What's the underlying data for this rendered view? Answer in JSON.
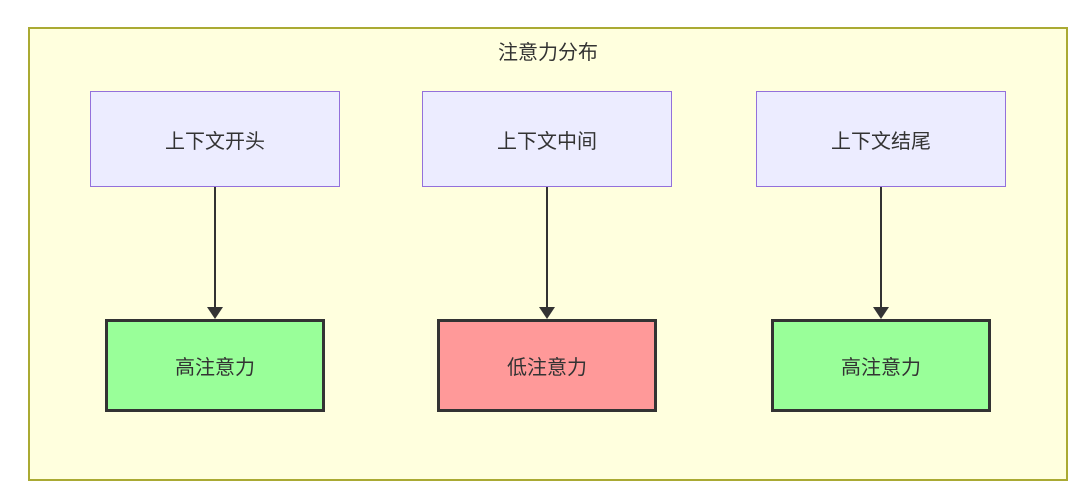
{
  "diagram": {
    "title": "注意力分布",
    "type": "flowchart",
    "colors": {
      "container_bg": "#ffffde",
      "container_border": "#aaaa33",
      "source_node_bg": "#ececff",
      "source_node_border": "#9370db",
      "high_attention_bg": "#99ff99",
      "low_attention_bg": "#ff9999",
      "result_node_border": "#333333",
      "text": "#333333",
      "arrow": "#333333"
    },
    "columns": [
      {
        "source": "上下文开头",
        "result": "高注意力",
        "level": "high"
      },
      {
        "source": "上下文中间",
        "result": "低注意力",
        "level": "low"
      },
      {
        "source": "上下文结尾",
        "result": "高注意力",
        "level": "high"
      }
    ]
  }
}
